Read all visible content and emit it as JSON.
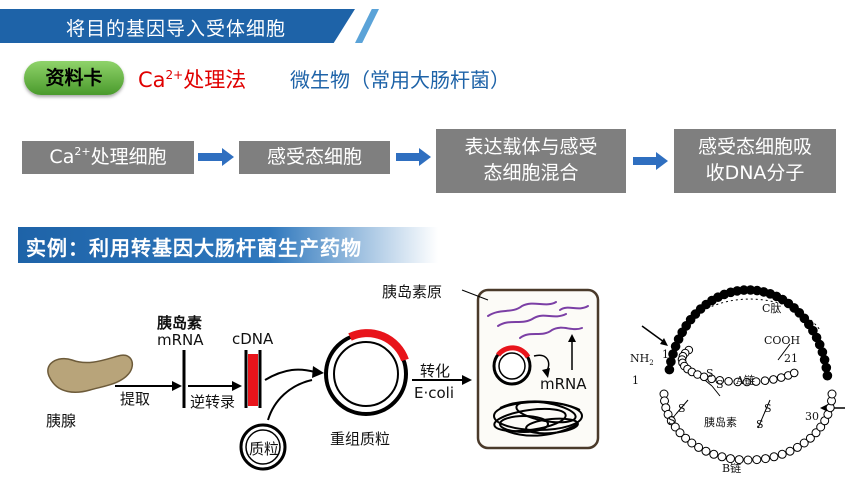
{
  "header": {
    "title": "将目的基因导入受体细胞"
  },
  "badge": {
    "label": "资料卡"
  },
  "method": {
    "ion": "Ca",
    "charge": "2+",
    "text": "处理法"
  },
  "microbe": {
    "text": "微生物（常用大肠杆菌）"
  },
  "steps": [
    {
      "pre": "Ca",
      "sup": "2+",
      "text": "处理细胞"
    },
    {
      "text": "感受态细胞"
    },
    {
      "line1": "表达载体与感受",
      "line2": "态细胞混合"
    },
    {
      "line1": "感受态细胞吸",
      "line2": "收DNA分子"
    }
  ],
  "example": {
    "title": "实例：利用转基因大肠杆菌生产药物"
  },
  "diagram": {
    "pancreas": "胰腺",
    "extract": "提取",
    "insulin_mrna_title": "胰岛素",
    "insulin_mrna_sub": "mRNA",
    "reverse_transcription": "逆转录",
    "cdna": "cDNA",
    "plasmid": "质粒",
    "recombinant_plasmid": "重组质粒",
    "transform": "转化",
    "ecoli": "E·coli",
    "proinsulin": "胰岛素原",
    "mrna": "mRNA"
  },
  "protein": {
    "c_peptide": "C肽",
    "cooh": "COOH",
    "nh2": "NH",
    "nh2_sub": "2",
    "n21": "21",
    "n1a": "1",
    "n1b": "1",
    "n30": "30",
    "a_chain": "A链",
    "b_chain": "B链",
    "insulin": "胰岛素",
    "s": "S"
  },
  "colors": {
    "header_blue": "#1e63a8",
    "step_gray": "#7f7f7f",
    "arrow_blue": "#2f6fc0",
    "method_red": "#e00000",
    "plasmid_red": "#e8141b",
    "strand_purple": "#7b3fa5",
    "cell_border": "#4a3a2a"
  }
}
